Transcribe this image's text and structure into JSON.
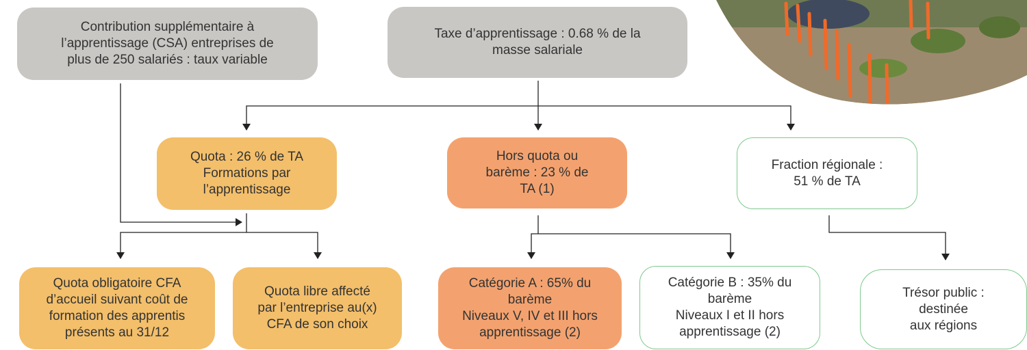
{
  "colors": {
    "top_box": "#c9c7c4",
    "quota": "#f3bf6b",
    "hors_quota": "#f3a26f",
    "outline_border": "#7ec98d",
    "arrow": "#222222"
  },
  "nodes": {
    "csa": "Contribution supplémentaire à\nl’apprentissage (CSA) entreprises de\nplus de 250 salariés : taux variable",
    "taxe": "Taxe d’apprentissage : 0.68 % de la\nmasse salariale",
    "quota": "Quota : 26 % de TA\nFormations par\nl’apprentissage",
    "hors_quota": "Hors quota ou\nbarème : 23 % de\nTA (1)",
    "fraction_regionale": "Fraction régionale :\n51 % de TA",
    "quota_obligatoire": "Quota obligatoire CFA\nd’accueil suivant coût de\nformation des apprentis\nprésents au 31/12",
    "quota_libre": "Quota libre affecté\npar l’entreprise au(x)\nCFA de son choix",
    "categorie_a": "Catégorie A : 65% du\nbarème\nNiveaux V, IV et III hors\napprentissage (2)",
    "categorie_b": "Catégorie B : 35% du\nbarème\nNiveaux I et II hors\napprentissage (2)",
    "tresor_public": "Trésor public :\ndestinée\naux régions"
  },
  "decorations": {
    "photo": "field-photo-with-orange-stakes"
  }
}
